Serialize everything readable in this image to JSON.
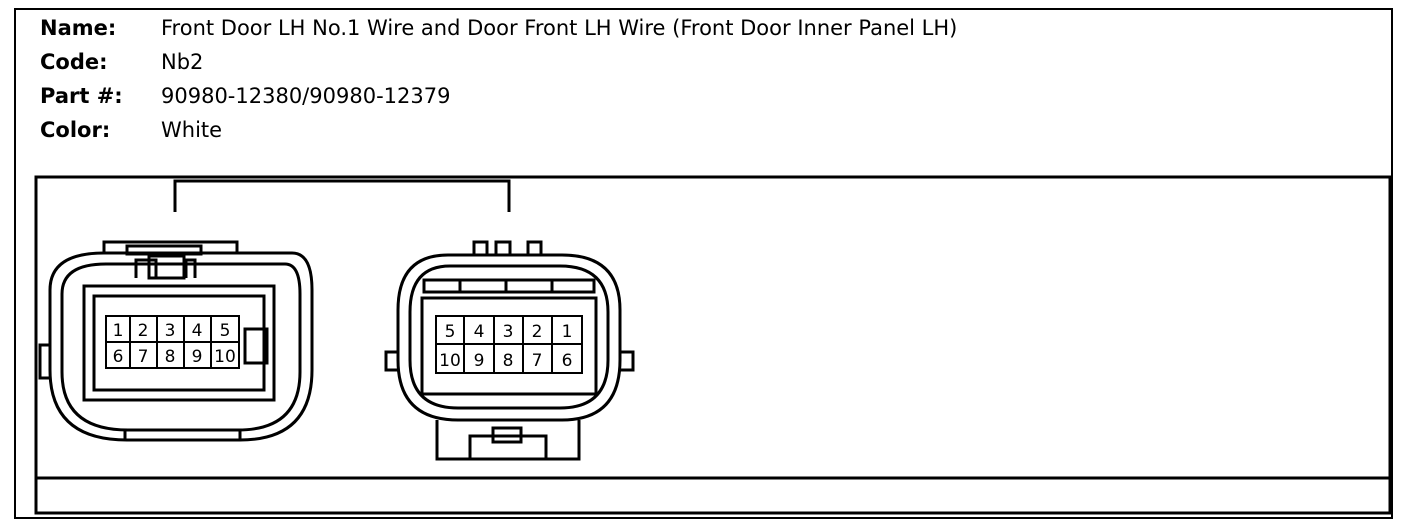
{
  "header": {
    "name_label": "Name:",
    "name_value": "Front Door LH No.1 Wire and Door Front LH Wire (Front Door Inner Panel LH)",
    "code_label": "Code:",
    "code_value": "Nb2",
    "part_label": "Part #:",
    "part_value": "90980-12380/90980-12379",
    "color_label": "Color:",
    "color_value": "White"
  },
  "connector_left": {
    "pins_row1": [
      "1",
      "2",
      "3",
      "4",
      "5"
    ],
    "pins_row2": [
      "6",
      "7",
      "8",
      "9",
      "10"
    ]
  },
  "connector_right": {
    "pins_row1": [
      "5",
      "4",
      "3",
      "2",
      "1"
    ],
    "pins_row2": [
      "10",
      "9",
      "8",
      "7",
      "6"
    ]
  }
}
